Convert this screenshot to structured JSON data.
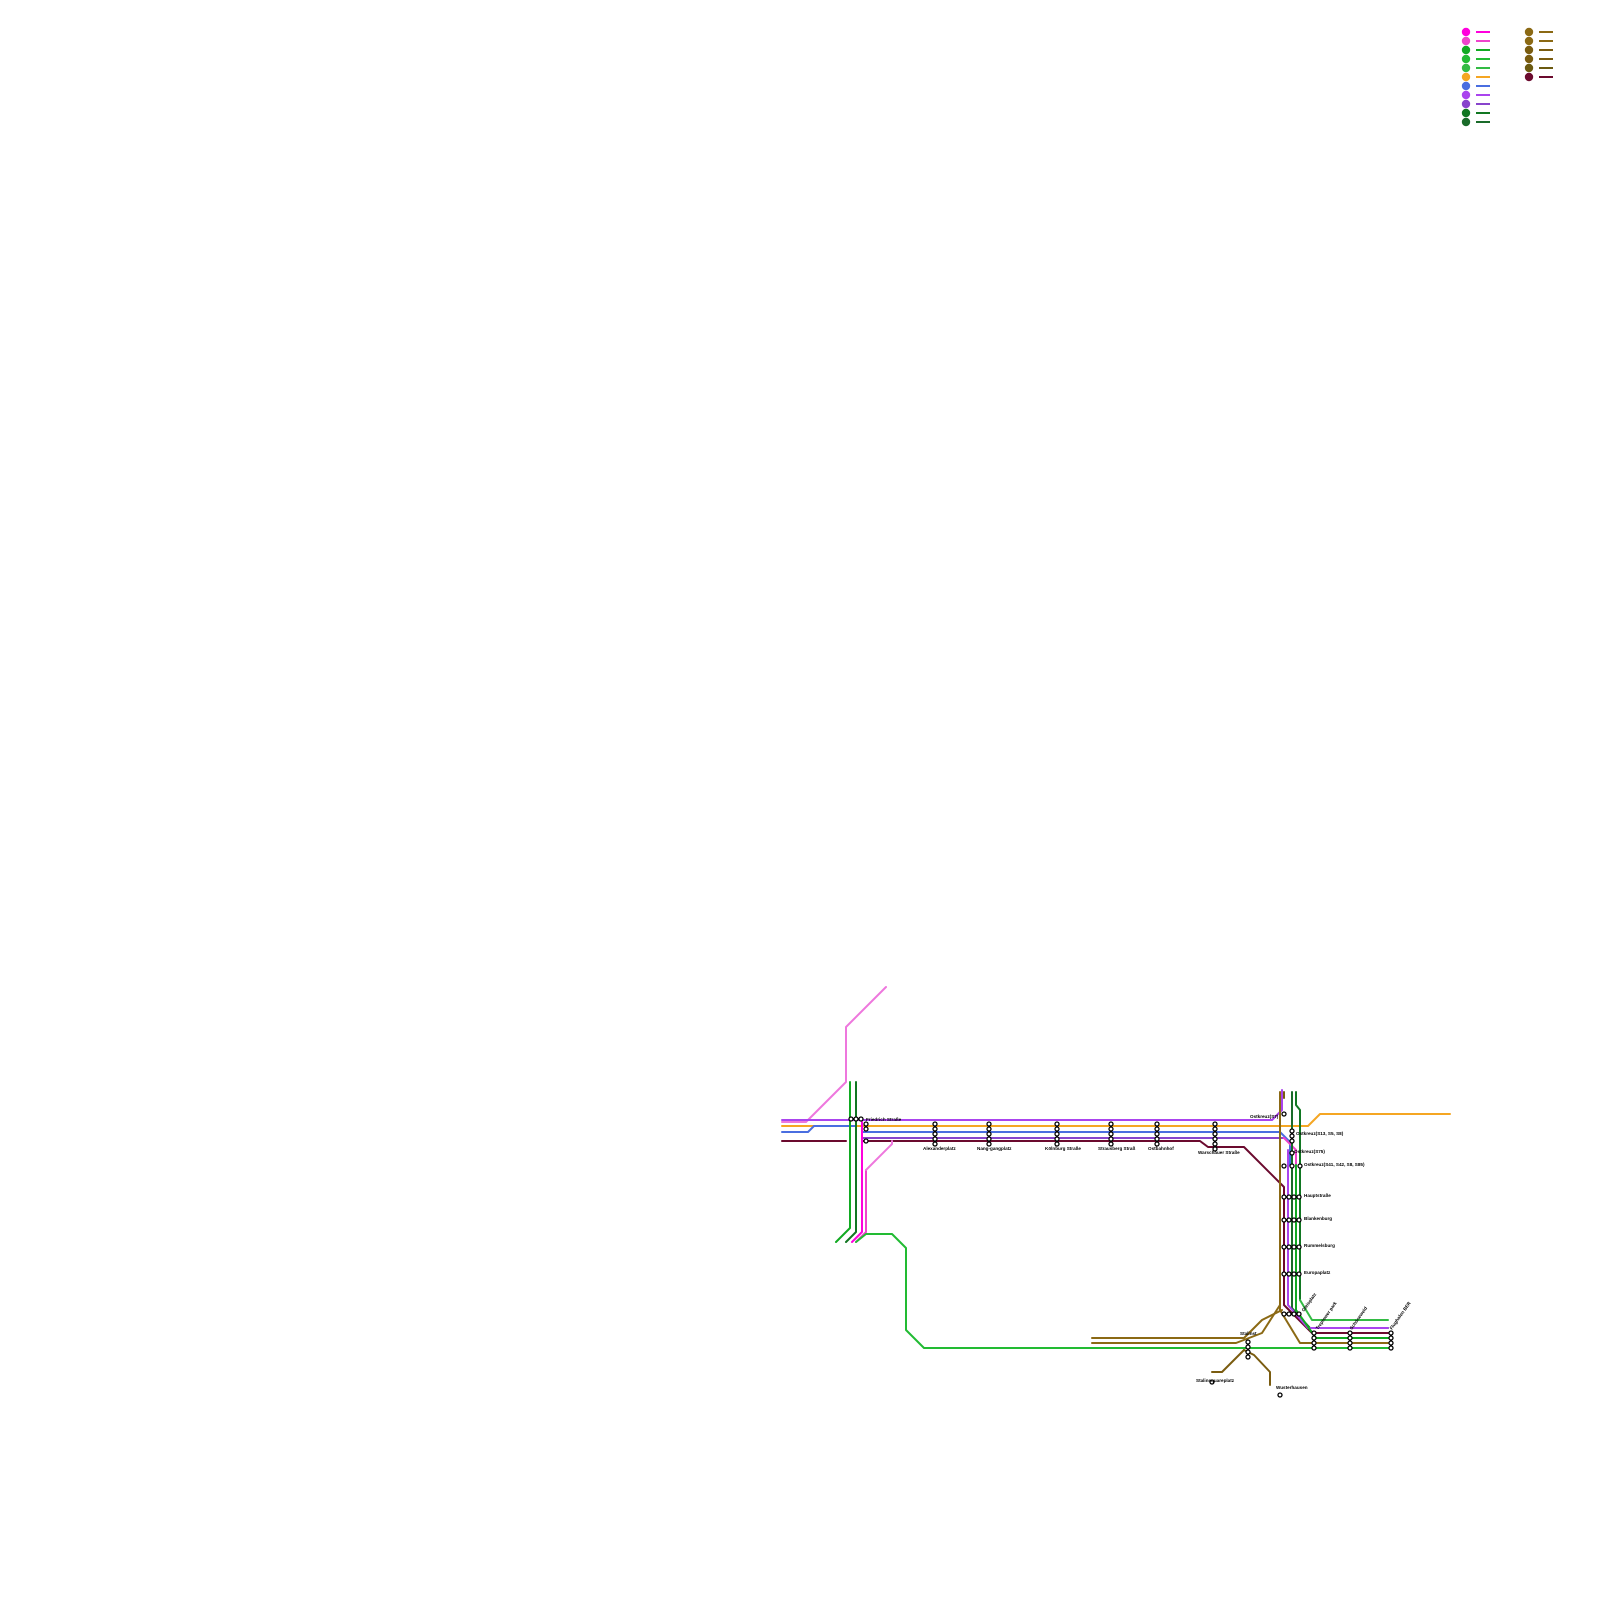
{
  "lines": {
    "mag1": {
      "color": "#ff00dd"
    },
    "mag2": {
      "color": "#ee44cc"
    },
    "pink": {
      "color": "#ee77dd"
    },
    "grn1": {
      "color": "#11aa22"
    },
    "grn2": {
      "color": "#22bb33"
    },
    "grn3": {
      "color": "#33bb44"
    },
    "orng": {
      "color": "#f5a623"
    },
    "blue": {
      "color": "#4a6ee0"
    },
    "purp": {
      "color": "#aa44ee"
    },
    "prp2": {
      "color": "#8844cc"
    },
    "dgrn": {
      "color": "#117722"
    },
    "dgr2": {
      "color": "#1a6b2a"
    },
    "brwn": {
      "color": "#8b6914"
    },
    "brw2": {
      "color": "#7a5c10"
    },
    "maro": {
      "color": "#6b0a2e"
    }
  },
  "legend": {
    "left": [
      "#ff00dd",
      "#ee44cc",
      "#11aa22",
      "#22bb33",
      "#33bb44",
      "#f5a623",
      "#4a6ee0",
      "#aa44ee",
      "#8844cc",
      "#117722",
      "#1a6b2a"
    ],
    "right": [
      "#8b6914",
      "#8b6914",
      "#7a5c10",
      "#7a5c10",
      "#6b5a10",
      "#6b0a2e"
    ]
  },
  "stations": {
    "friedrich": "Friedrich Straße",
    "alexander": "Alexanderplatz",
    "nangjang": "Nang-gangplatz",
    "koelnburg": "Kölnburg Straße",
    "strausberg": "Strausberg Straß",
    "ostbahnhof": "Ostbahnhof",
    "warschauer": "Warschauer Straße",
    "ostkreuz_s7": "Ostkreuz(S7)",
    "ostkreuz_s3": "Ostkreuz(S13, S5, S8)",
    "ostkreuz_s75": "Ostkreuz(S75)",
    "ostkreuz_s41": "Ostkreuz(S41, S42, S8, S85)",
    "hauptstrasse": "Hauptstraße",
    "blankenburg": "Blankenburg",
    "rummelsburg": "Rummelsburg",
    "europaplatz": "Europaplatz",
    "gleisplatz": "Gleisplatz",
    "treptower": "Treptower park",
    "schoeneweid": "Schöneweid",
    "flughafen": "Flughafen BER",
    "stalinst": "Stalinst",
    "stalinsquare": "Stalinsquareplatz",
    "wusterhausen": "Wusterhausen"
  }
}
